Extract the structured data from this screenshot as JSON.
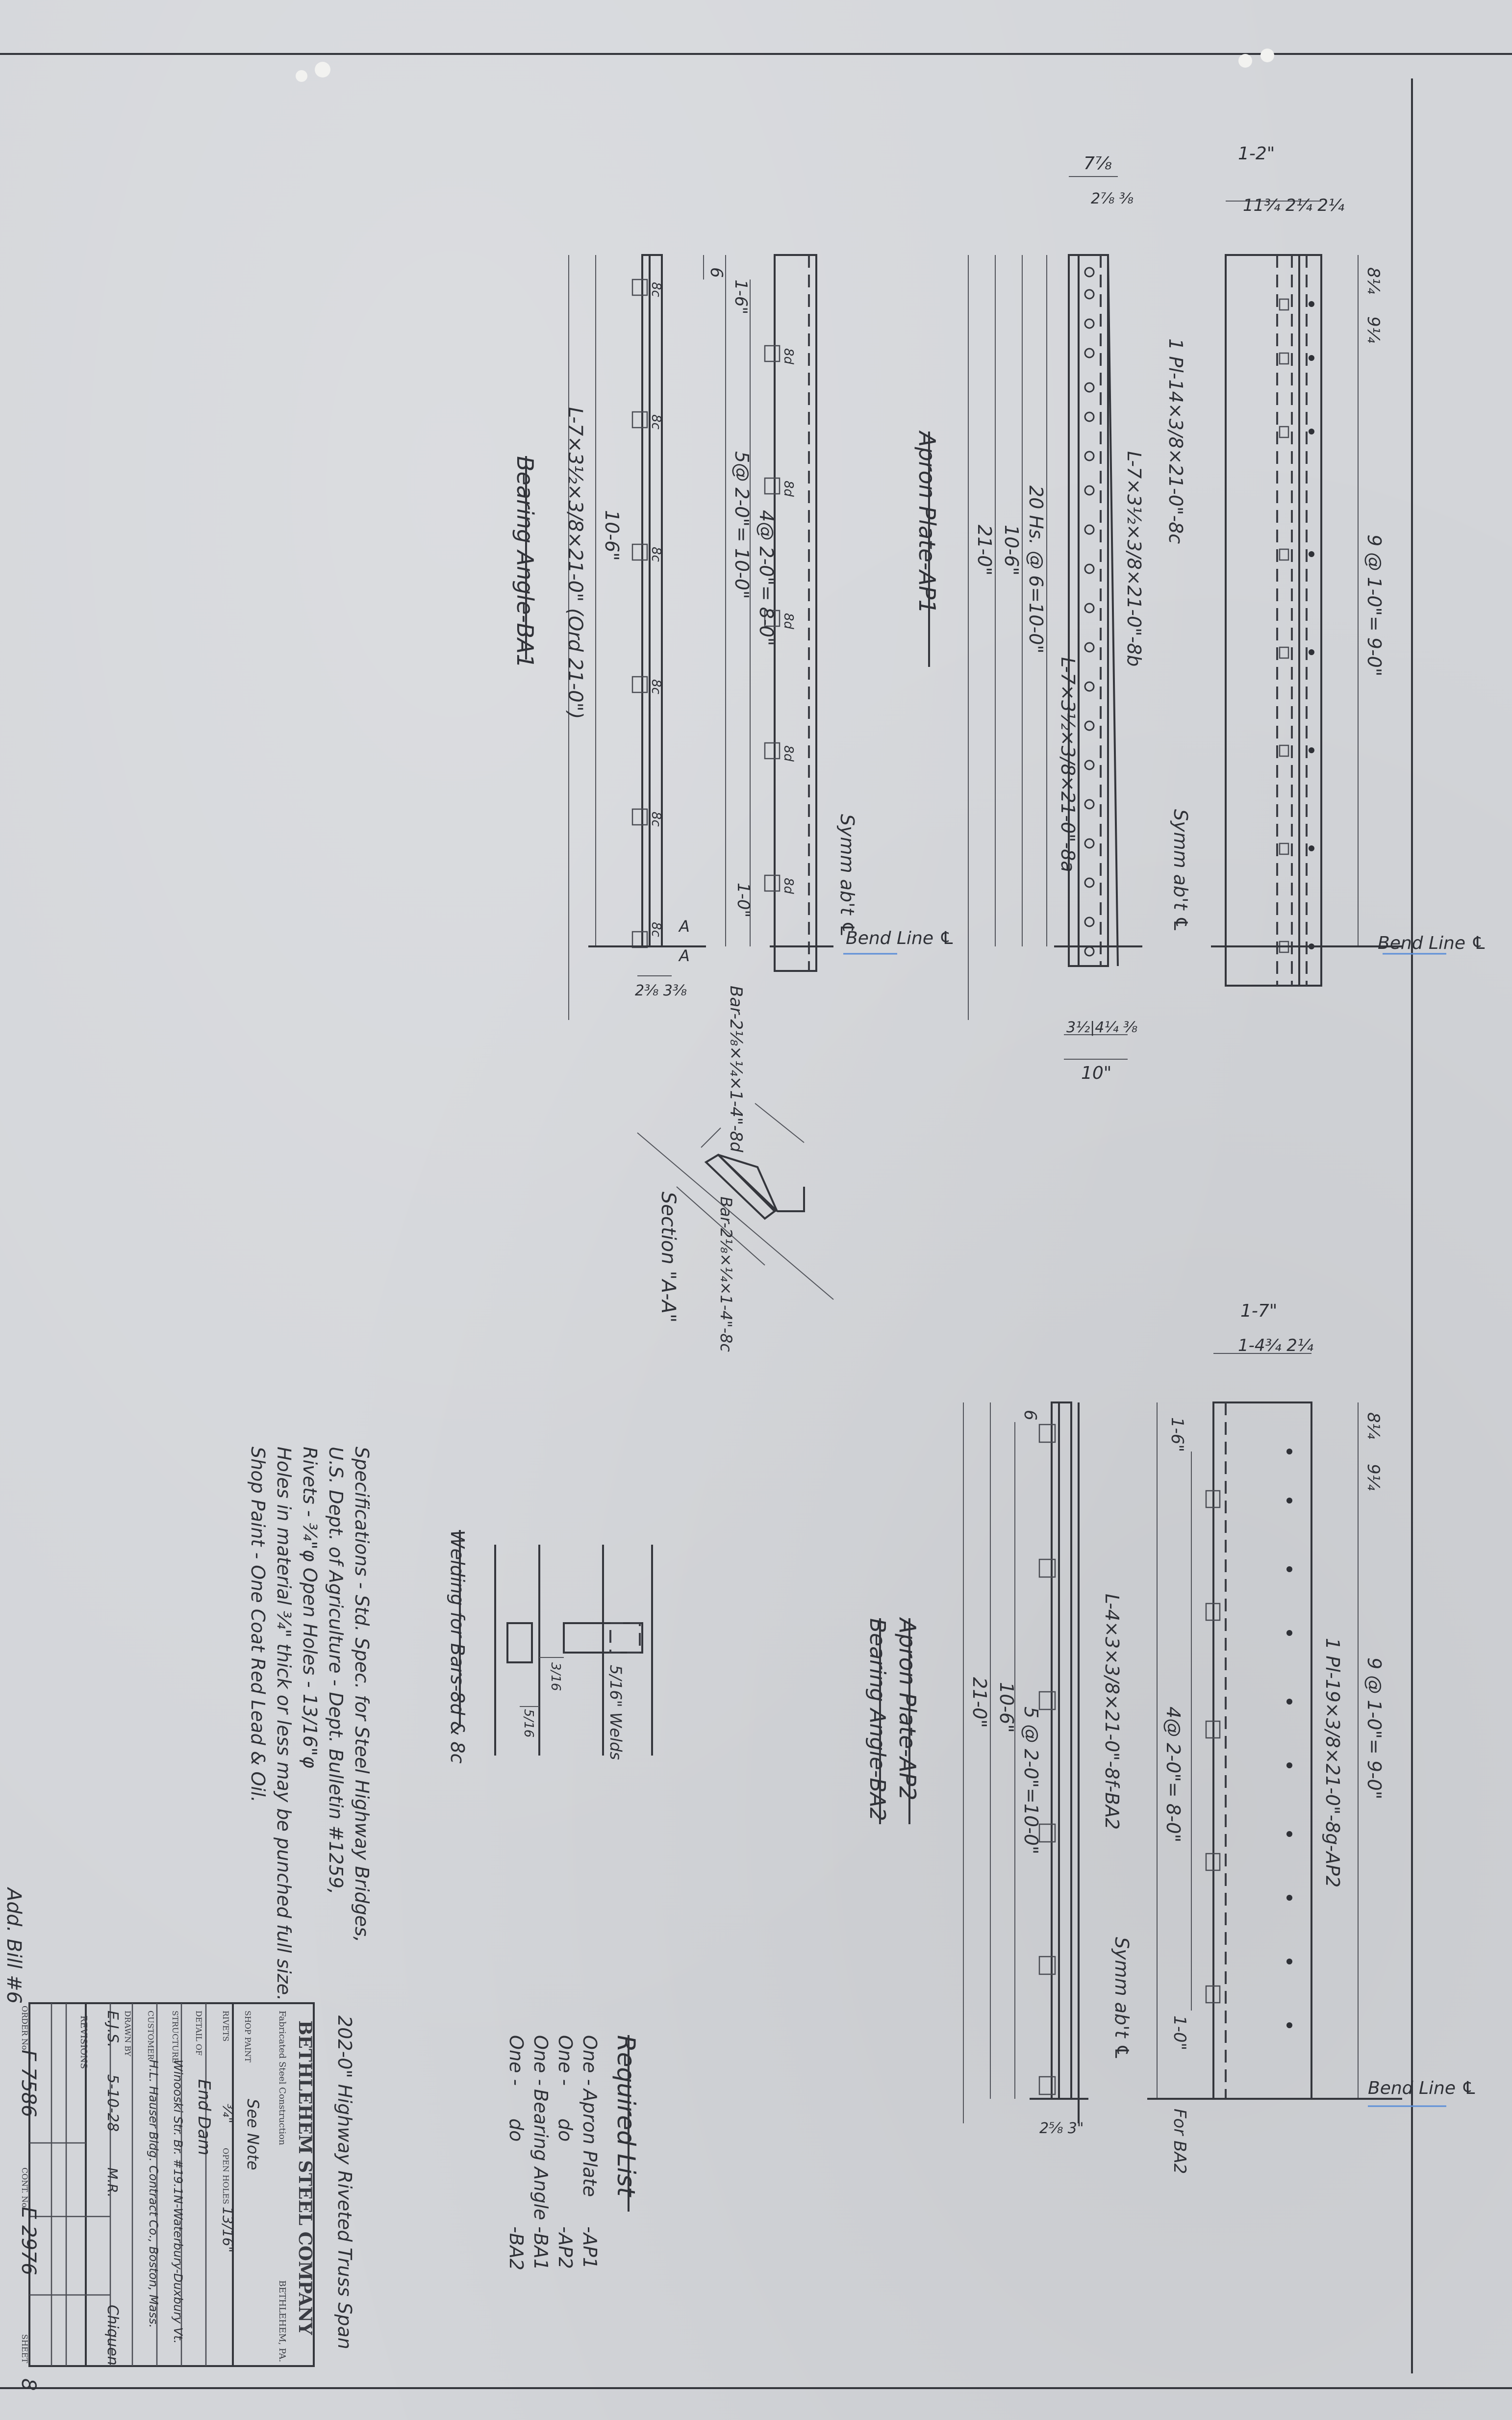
{
  "drawing": {
    "ap1": {
      "title": "Apron Plate-AP1",
      "plate_callout": "1 Pl-14×3/8×21-0\"-8c",
      "angle_top": "L-7×3½×3/8×21-0\"-8b",
      "angle_bottom": "L-7×3½×3/8×21-0\"-8a",
      "spacing": "20 Hs. @ 6=10-0\"",
      "dim_10_6": "10-6\"",
      "dim_21_0": "21-0\"",
      "symm": "Symm ab't ℄",
      "bend_line": "Bend Line ℄",
      "top_width_total": "1-2\"",
      "top_widths": "11¾  2¼ 2¼",
      "side_width_total": "7⅞",
      "side_width_part": "2⅞ ⅜",
      "bottom_widths": "3½|4¼ ⅜",
      "bottom_total": "10\"",
      "right_spacing": "9 @ 1-0\"= 9-0\"",
      "d1": "8¼",
      "d2": "9¼"
    },
    "ba1": {
      "title": "Bearing Angle-BA1",
      "angle": "L-7×3½×3/8×21-0\" (Ord 21-0\")",
      "dim_1_6": "1-6\"",
      "dim_6": "6",
      "spacing_a": "4@ 2-0\"= 8-0\"",
      "spacing_b": "5@ 2-0\"= 10-0\"",
      "dim_10_6": "10-6\"",
      "dim_1_0": "1-0\"",
      "bottom_dims": "2⅜ 3⅜",
      "symm": "Symm ab't ℄",
      "bend_line": "Bend Line ℄",
      "bar_label_top": "Bar-2⅛×¼×1-4\"-8d",
      "bar_label_bot": "Bar-2⅛×¼×1-4\"-8c",
      "section_label": "Section \"A-A\"",
      "section_letter": "A",
      "rivet_labels": [
        "8c",
        "8d",
        "8d",
        "8c",
        "8d",
        "8c",
        "8d",
        "8c",
        "8d",
        "8c",
        "8c"
      ]
    },
    "ap2": {
      "title": "Apron Plate-AP2",
      "subtitle": "Bearing Angle-BA2",
      "plate_callout": "1 Pl-19×3/8×21-0\"-8g-AP2",
      "angle_callout": "L-4×3×3/8×21-0\"-8f-BA2",
      "spacing": "9 @ 1-0\"= 9-0\"",
      "inner_spacing": "4@ 2-0\"= 8-0\"",
      "left_spacing": "5 @ 2-0\"=10-0\"",
      "dim_10_6": "10-6\"",
      "dim_21_0": "21-0\"",
      "dim_1_6": "1-6\"",
      "dim_6": "6",
      "dim_1_0": "1-0\"",
      "for_ba2": "For BA2",
      "top_width_total": "1-7\"",
      "top_widths": "1-4¾   2¼",
      "d1": "8¼",
      "d2": "9¼",
      "symm": "Symm ab't ℄",
      "bend_line": "Bend Line ℄",
      "bottom_dims": "2⅝ 3\""
    },
    "welding": {
      "title": "Welding for Bars-8d & 8c",
      "welds": "5/16\" Welds",
      "d1": "3/16",
      "d2": "5/16"
    },
    "specs": [
      "Specifications - Std. Spec. for Steel Highway Bridges,",
      "U.S. Dept. of Agriculture - Dept. Bulletin #1259,",
      "Rivets - ¾\"φ   Open Holes - 13/16\"φ",
      "Holes in material ¾\" thick or less may be punched full size.",
      "Shop Paint - One Coat Red Lead & Oil."
    ],
    "required_list": {
      "title": "Required List",
      "items": [
        {
          "qty": "One -",
          "desc": "Apron Plate",
          "mark": "-AP1"
        },
        {
          "qty": "One -",
          "desc": "do",
          "mark": "-AP2"
        },
        {
          "qty": "One -",
          "desc": "Bearing Angle",
          "mark": "-BA1"
        },
        {
          "qty": "One -",
          "desc": "do",
          "mark": "-BA2"
        }
      ]
    },
    "title_block": {
      "project": "202-0\" Highway Riveted Truss Span",
      "company": "BETHLEHEM STEEL COMPANY",
      "fab_dept": "Fabricated Steel Construction",
      "location": "BETHLEHEM, PA.",
      "shop_paint_label": "SHOP PAINT",
      "shop_paint": "See Note",
      "rivets_label": "RIVETS",
      "rivets": "¾\"",
      "holes_label": "OPEN HOLES",
      "holes": "13/16\"",
      "detail_label": "DETAIL OF",
      "detail": "End Dam",
      "structure_label": "STRUCTURE",
      "structure": "Winooski Str. Br. #19.1N-Waterbury-Duxbury Vt.",
      "customer_label": "CUSTOMER",
      "customer": "H.L. Hauser Bldg. Contract Co., Boston, Mass.",
      "drawn_by_label": "DRAWN BY",
      "drawn_by": "E.J.S.",
      "date": "5-10-28",
      "checked": "M.R.",
      "approved": "Chiquen",
      "revisions_label": "REVISIONS",
      "order_label": "ORDER No.",
      "order_no": "F 7586",
      "contract_label": "CONT. No.",
      "contract_no": "E 2976",
      "sheet_label": "SHEET",
      "sheet_no": "8",
      "add_note": "Add. Bill #6"
    }
  }
}
